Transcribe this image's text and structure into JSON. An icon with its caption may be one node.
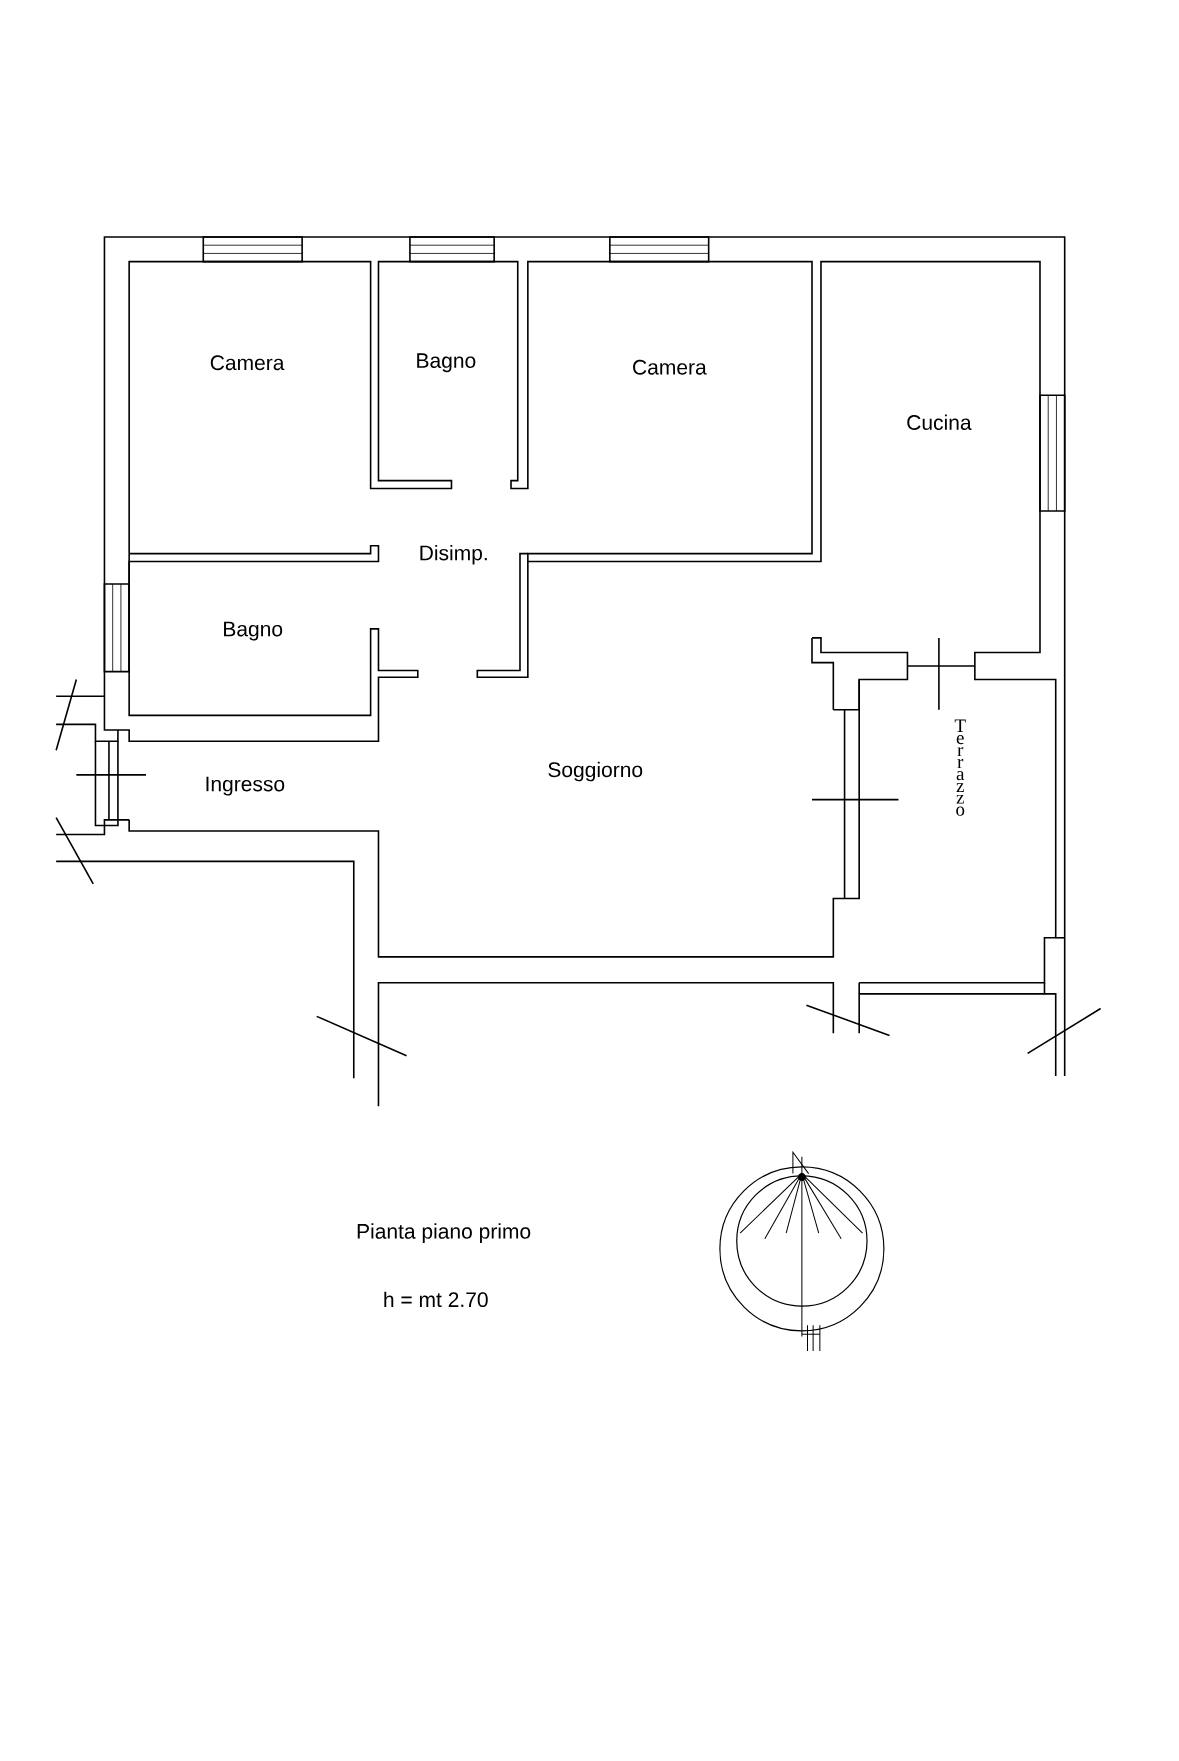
{
  "diagram": {
    "labels": [
      "Camera",
      "Bagno",
      "Camera",
      "Cucina",
      "Disimp.",
      "Bagno",
      "Ingresso",
      "Soggiorno",
      "Terrazzo",
      "Pianta piano primo",
      "h = mt 2.70"
    ]
  }
}
